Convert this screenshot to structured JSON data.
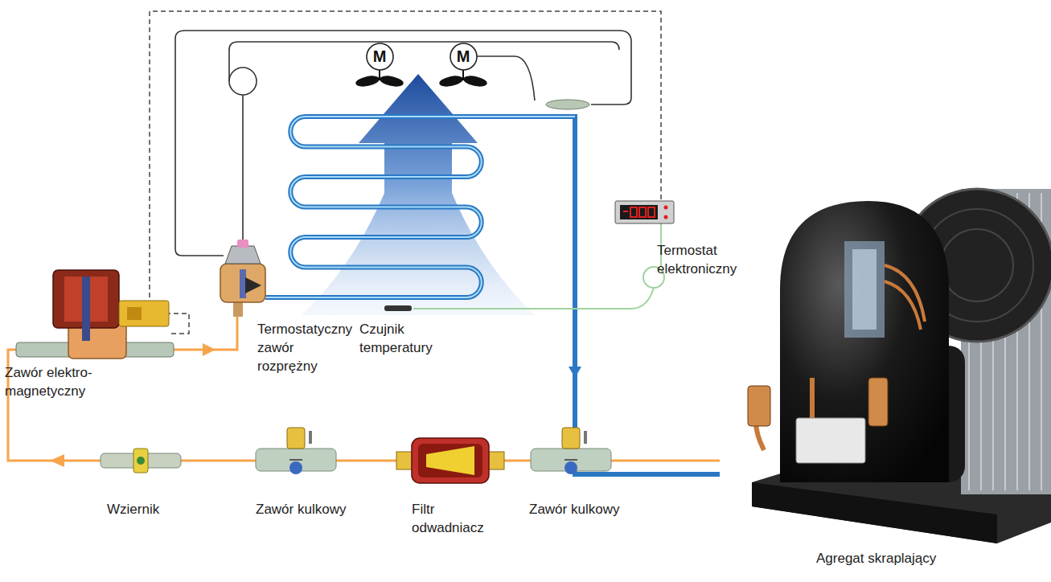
{
  "diagram": {
    "nodes": [
      {
        "text": [
          "M"
        ]
      },
      {
        "text": [
          "M"
        ]
      }
    ],
    "labels": [
      "Termostat elektroniczny",
      "Zawór elektro- magnetyczny",
      "Termostatyczny zawór rozprężny",
      "Czujnik temperatury",
      "Wziernik",
      "Zawór kulkowy",
      "Filtr odwadniacz",
      "Zawór kulkowy",
      "Agregat skraplający"
    ]
  }
}
